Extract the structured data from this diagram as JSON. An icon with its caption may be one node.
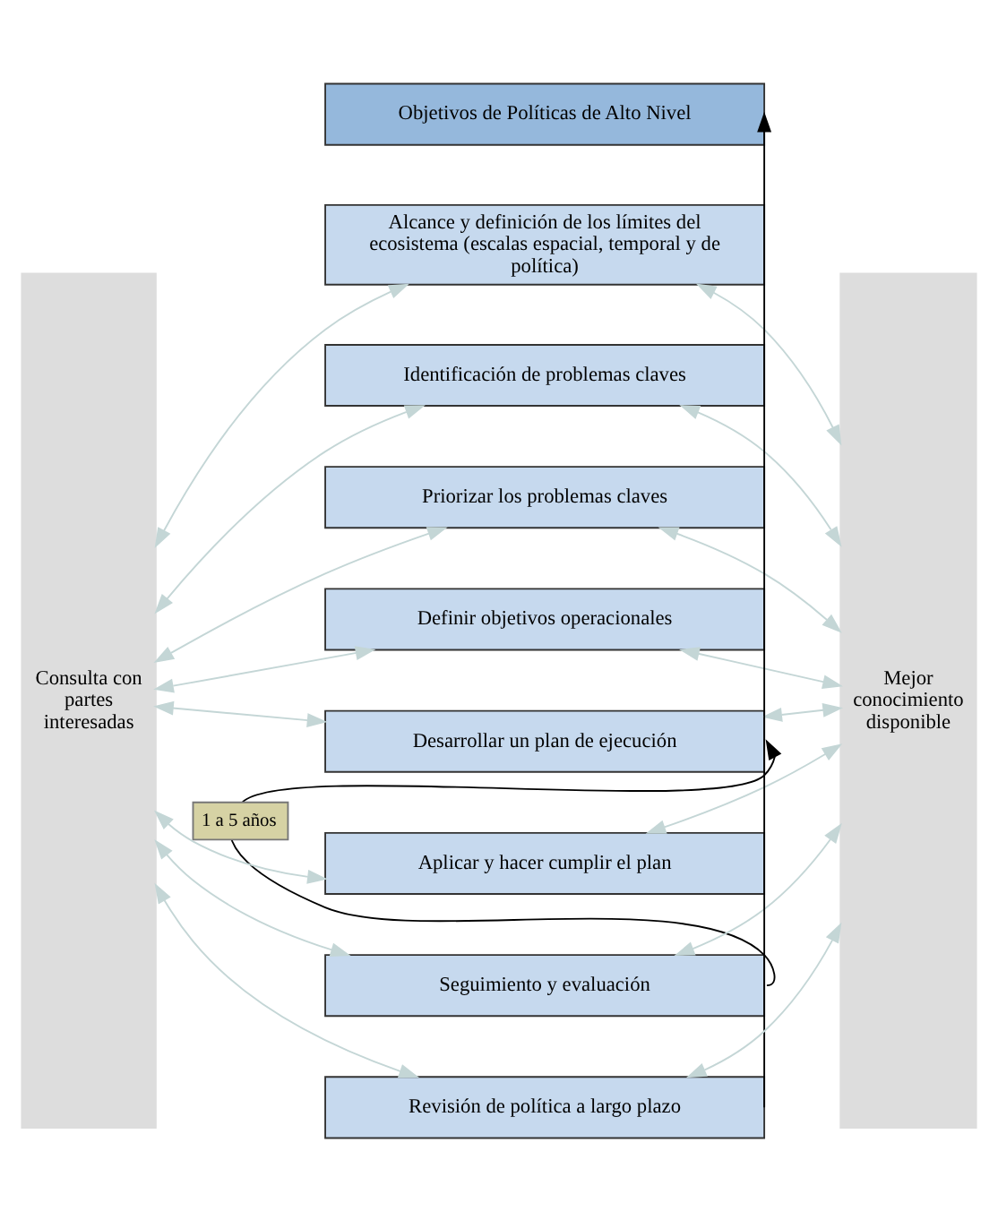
{
  "diagram": {
    "nodes": [
      {
        "text": [
          "Objetivos de Políticas de Alto Nivel"
        ]
      },
      {
        "text": [
          "Alcance y definición de los límites del ecosistema (escalas espacial, temporal y de política)"
        ]
      },
      {
        "text": [
          "Identificación de problemas claves"
        ]
      },
      {
        "text": [
          "Priorizar los problemas claves"
        ]
      },
      {
        "text": [
          "Definir objetivos operacionales"
        ]
      },
      {
        "text": [
          "Desarrollar un plan de ejecución"
        ]
      },
      {
        "text": [
          "Aplicar y hacer cumplir el plan"
        ]
      },
      {
        "text": [
          "Seguimiento y evaluación"
        ]
      },
      {
        "text": [
          "Revisión de política a largo plazo"
        ]
      },
      {
        "text": [
          "Consulta con partes interesadas"
        ]
      },
      {
        "text": [
          "Mejor conocimiento disponible"
        ]
      }
    ],
    "edges": [
      {
        "from": 8,
        "to": 0,
        "arrow": "to",
        "color": "#000000"
      },
      {
        "from": 7,
        "to": 5,
        "arrow": "to",
        "label": "1 a 5 años",
        "color": "#000000"
      },
      {
        "from": 9,
        "to": 1,
        "arrow": "both",
        "color": "#c4d6d6"
      },
      {
        "from": 9,
        "to": 2,
        "arrow": "both",
        "color": "#c4d6d6"
      },
      {
        "from": 9,
        "to": 3,
        "arrow": "both",
        "color": "#c4d6d6"
      },
      {
        "from": 9,
        "to": 4,
        "arrow": "both",
        "color": "#c4d6d6"
      },
      {
        "from": 9,
        "to": 5,
        "arrow": "both",
        "color": "#c4d6d6"
      },
      {
        "from": 9,
        "to": 6,
        "arrow": "both",
        "color": "#c4d6d6"
      },
      {
        "from": 9,
        "to": 7,
        "arrow": "both",
        "color": "#c4d6d6"
      },
      {
        "from": 9,
        "to": 8,
        "arrow": "both",
        "color": "#c4d6d6"
      },
      {
        "from": 1,
        "to": 10,
        "arrow": "both",
        "color": "#c4d6d6"
      },
      {
        "from": 2,
        "to": 10,
        "arrow": "both",
        "color": "#c4d6d6"
      },
      {
        "from": 3,
        "to": 10,
        "arrow": "both",
        "color": "#c4d6d6"
      },
      {
        "from": 4,
        "to": 10,
        "arrow": "both",
        "color": "#c4d6d6"
      },
      {
        "from": 5,
        "to": 10,
        "arrow": "both",
        "color": "#c4d6d6"
      },
      {
        "from": 6,
        "to": 10,
        "arrow": "both",
        "color": "#c4d6d6"
      },
      {
        "from": 7,
        "to": 10,
        "arrow": "both",
        "color": "#c4d6d6"
      },
      {
        "from": 8,
        "to": 10,
        "arrow": "both",
        "color": "#c4d6d6"
      }
    ]
  }
}
